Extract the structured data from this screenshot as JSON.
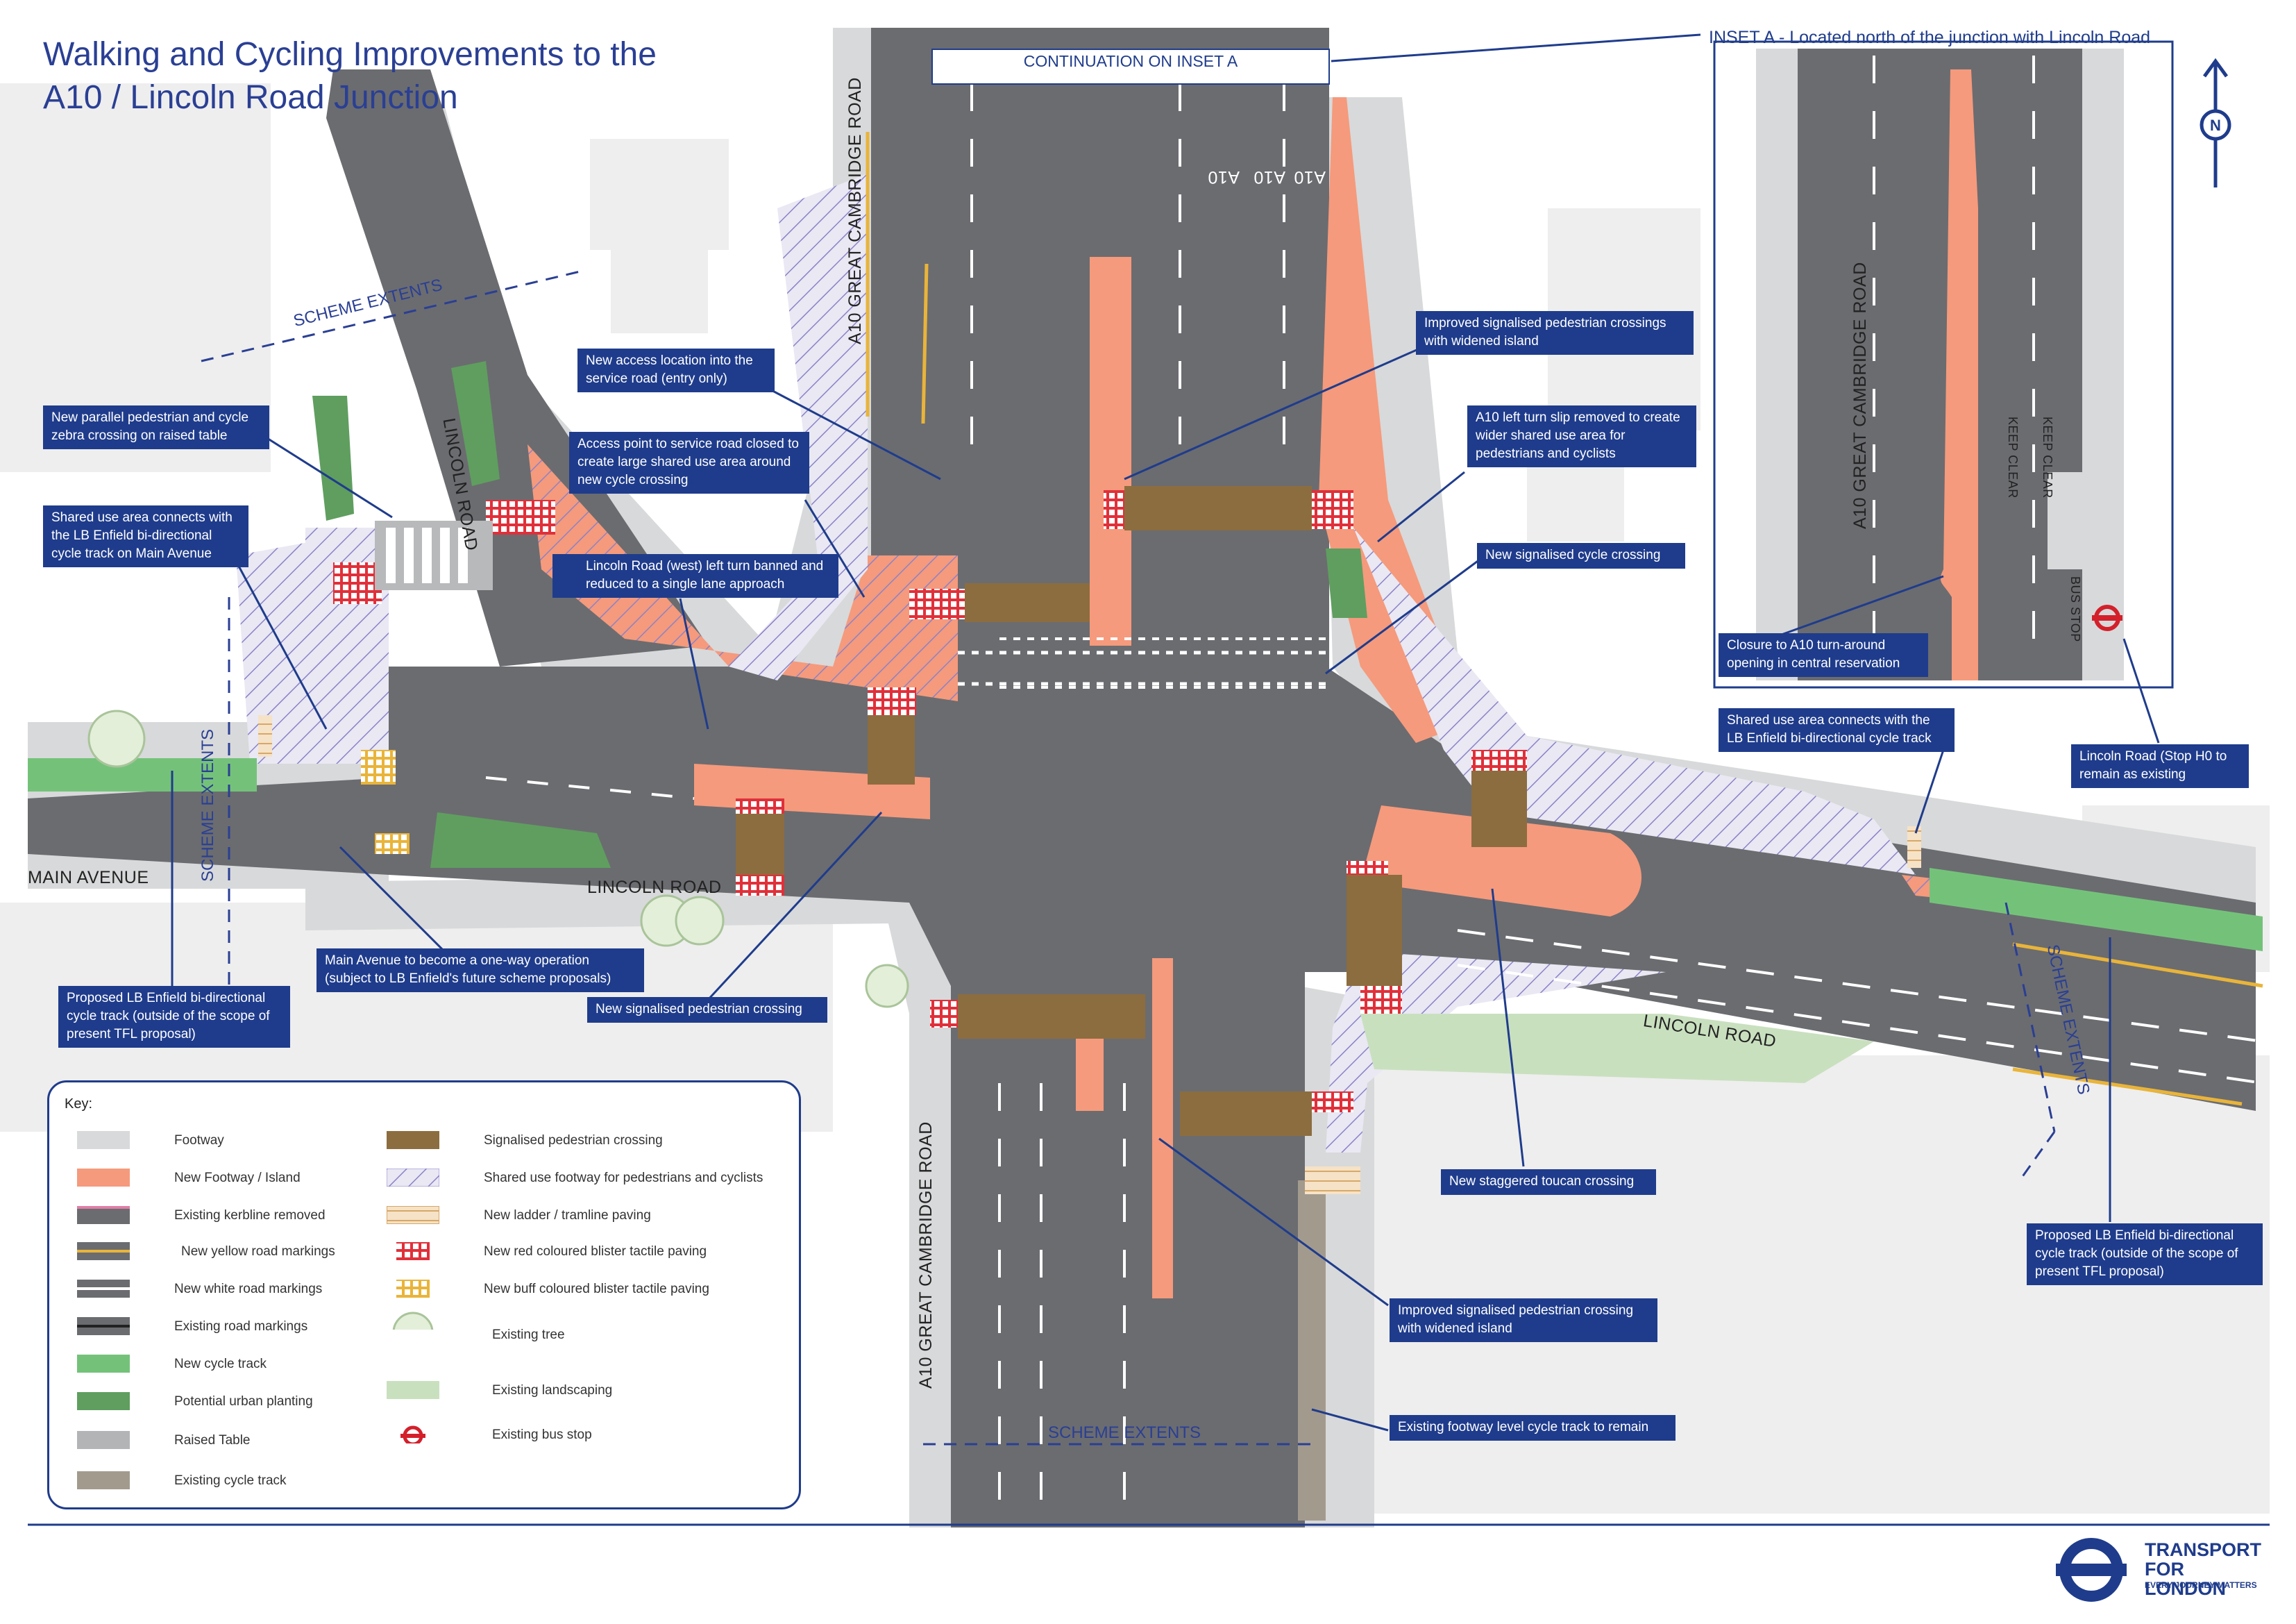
{
  "title": {
    "line1": "Walking and Cycling Improvements to the",
    "line2": "A10 / Lincoln Road Junction"
  },
  "continuation": "CONTINUATION ON INSET A",
  "inset": {
    "title": "INSET A - Located north of the junction with Lincoln Road",
    "road_label": "A10 GREAT CAMBRIDGE ROAD",
    "keep_clear_1": "KEEP CLEAR",
    "keep_clear_2": "KEEP CLEAR",
    "bus_stop": "BUS STOP"
  },
  "road_labels": {
    "lincoln_road_nw": "LINCOLN ROAD",
    "lincoln_road_west": "LINCOLN ROAD",
    "lincoln_road_east": "LINCOLN ROAD",
    "main_avenue": "MAIN AVENUE",
    "a10_north": "A10 GREAT CAMBRIDGE ROAD",
    "a10_south": "A10 GREAT CAMBRIDGE ROAD",
    "a10_lane_markings": [
      "A10",
      "A10",
      "A10"
    ]
  },
  "scheme_extents": {
    "nw": "SCHEME EXTENTS",
    "west": "SCHEME EXTENTS",
    "south": "SCHEME EXTENTS",
    "east": "SCHEME EXTENTS"
  },
  "callouts": {
    "parallel_crossing": "New parallel pedestrian and cycle zebra crossing on raised table",
    "shared_use_main_avenue": "Shared use area connects with the LB Enfield bi-directional cycle track on Main Avenue",
    "new_access": "New access location into the service road (entry only)",
    "access_closed": "Access point to service road closed to create large shared use area around new cycle crossing",
    "left_turn_banned": "Lincoln Road (west) left turn banned and reduced to a single lane approach",
    "improved_crossings_north": "Improved signalised pedestrian crossings with widened island",
    "slip_removed": "A10 left turn slip removed to create wider shared use area for pedestrians and cyclists",
    "new_cycle_crossing": "New signalised cycle crossing",
    "closure_turnaround": "Closure to A10 turn-around opening in central reservation",
    "shared_use_east": "Shared use area connects with the LB Enfield bi-directional cycle track",
    "bus_stop_h0": "Lincoln Road (Stop H0 to remain as existing",
    "main_avenue_one_way": "Main Avenue to become a one-way operation (subject to LB Enfield's future scheme proposals)",
    "lb_enfield_west": "Proposed LB Enfield bi-directional cycle track (outside of the scope of present TFL proposal)",
    "new_ped_crossing": "New signalised pedestrian crossing",
    "staggered_toucan": "New staggered toucan crossing",
    "lb_enfield_east": "Proposed LB Enfield bi-directional cycle track (outside of the scope of present TFL proposal)",
    "improved_crossing_south": "Improved signalised pedestrian crossing with widened island",
    "existing_cycle_track": "Existing footway level cycle track to remain"
  },
  "key": {
    "title": "Key:",
    "left": [
      {
        "label": "Footway",
        "icon": "footway-swatch"
      },
      {
        "label": "New Footway / Island",
        "icon": "new-footway-swatch"
      },
      {
        "label": "Existing kerbline removed",
        "icon": "kerbline-removed-swatch"
      },
      {
        "label": "New yellow road markings",
        "icon": "yellow-markings-swatch"
      },
      {
        "label": "New white road markings",
        "icon": "white-markings-swatch"
      },
      {
        "label": "Existing road markings",
        "icon": "existing-markings-swatch"
      },
      {
        "label": "New cycle track",
        "icon": "cycle-track-swatch"
      },
      {
        "label": "Potential urban planting",
        "icon": "planting-swatch"
      },
      {
        "label": "Raised Table",
        "icon": "raised-table-swatch"
      },
      {
        "label": "Existing cycle track",
        "icon": "existing-cycle-track-swatch"
      }
    ],
    "right": [
      {
        "label": "Signalised pedestrian crossing",
        "icon": "signalised-crossing-swatch"
      },
      {
        "label": "Shared use footway for pedestrians and cyclists",
        "icon": "shared-use-swatch"
      },
      {
        "label": "New ladder / tramline paving",
        "icon": "ladder-paving-swatch"
      },
      {
        "label": "New red coloured blister tactile paving",
        "icon": "red-tactile-swatch"
      },
      {
        "label": "New buff coloured blister tactile paving",
        "icon": "buff-tactile-swatch"
      },
      {
        "label": "Existing tree",
        "icon": "tree-icon"
      },
      {
        "label": "Existing landscaping",
        "icon": "landscaping-swatch"
      },
      {
        "label": "Existing bus stop",
        "icon": "bus-stop-icon"
      }
    ]
  },
  "north": "N",
  "tfl": {
    "line1": "TRANSPORT",
    "line2": "FOR LONDON",
    "tagline": "EVERY JOURNEY MATTERS"
  },
  "colors": {
    "road": "#6b6c70",
    "footway": "#d8d9da",
    "new_footway": "#f59a7c",
    "crossing": "#8c6d3f",
    "cycle_track": "#74c27a",
    "planting": "#5f9e5f",
    "landscaping": "#c9e0bf",
    "building": "#eeeeee",
    "shared_hatch": "#8a82c8",
    "callout": "#1f3c8c",
    "tactile_red": "#e0303a",
    "tactile_buff": "#e9b43a",
    "existing_cycle": "#a39a8e"
  }
}
